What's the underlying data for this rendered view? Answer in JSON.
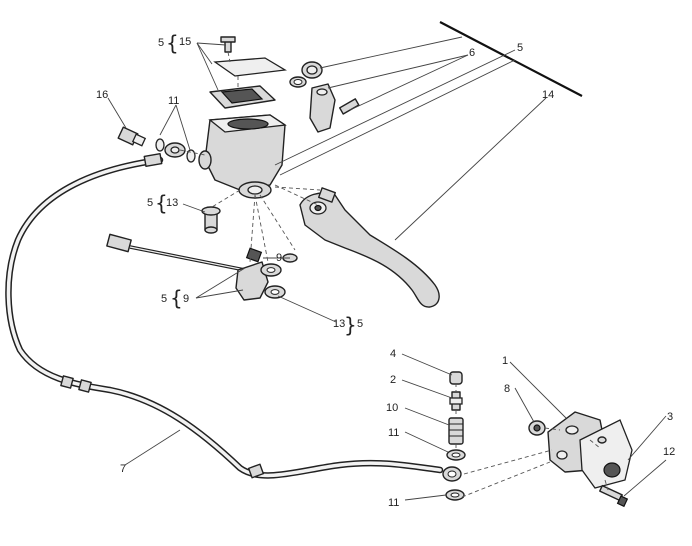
{
  "callouts": {
    "c5_top_right": "5",
    "c6": "6",
    "c14": "14",
    "c16": "16",
    "c11_top": "11",
    "c15_num": "5",
    "c15_ref": "15",
    "c13_num": "5",
    "c13_ref": "13",
    "c9_left_num": "5",
    "c9_left_ref": "9",
    "c9_mid": "9",
    "c13_right_ref": "13",
    "c13_right_num": "5",
    "c7": "7",
    "c4": "4",
    "c2": "2",
    "c10": "10",
    "c11_mid": "11",
    "c11_bottom": "11",
    "c1": "1",
    "c8": "8",
    "c3": "3",
    "c12": "12"
  }
}
